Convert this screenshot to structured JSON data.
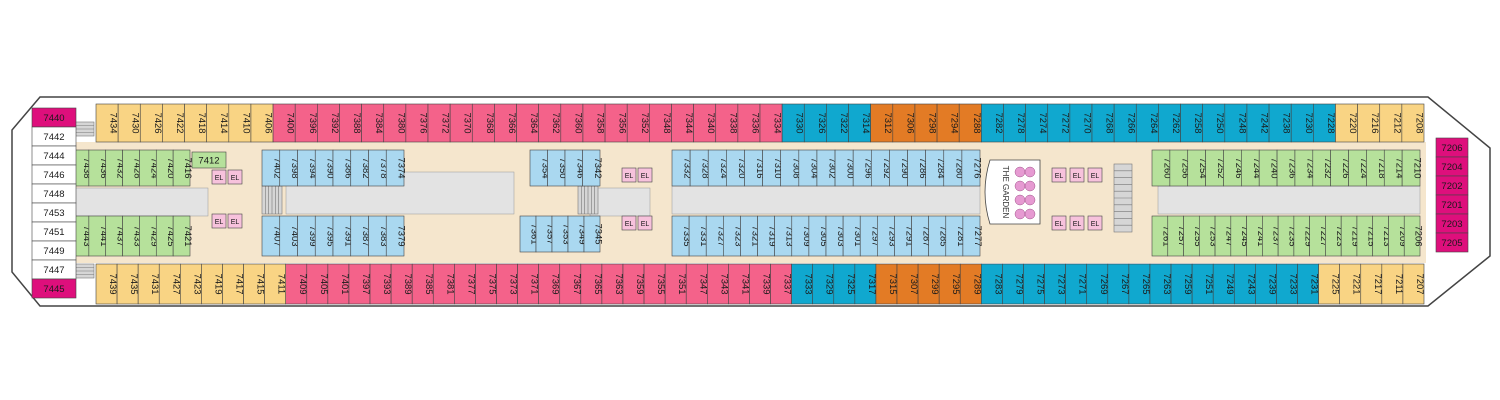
{
  "colors": {
    "interior": "#ffffff",
    "suite": "#de0f7c",
    "balcony": "#f4628a",
    "premium": "#e37b25",
    "ocean": "#10a8cf",
    "inside": "#aad8f0",
    "interior_sec": "#b6e19b",
    "aft": "#f9d484",
    "corridor": "#f5e6cd",
    "stair": "#d6d6d6",
    "el": "#f7c2dc",
    "hull": "#ffffff",
    "outline": "#444444",
    "core": "#e3e3e3"
  },
  "legend_hint": "",
  "garden_label": "THE GARDEN",
  "el_label": "EL",
  "aft_stack": [
    "7440",
    "7442",
    "7444",
    "7446",
    "7448",
    "7453",
    "7451",
    "7449",
    "7447",
    "7445"
  ],
  "fwd_stack": [
    "7206",
    "7204",
    "7202",
    "7201",
    "7203",
    "7205"
  ],
  "top_outer": [
    {
      "n": "7434",
      "c": "aft"
    },
    {
      "n": "7430",
      "c": "aft"
    },
    {
      "n": "7426",
      "c": "aft"
    },
    {
      "n": "7422",
      "c": "aft"
    },
    {
      "n": "7418",
      "c": "aft"
    },
    {
      "n": "7414",
      "c": "aft"
    },
    {
      "n": "7410",
      "c": "aft"
    },
    {
      "n": "7406",
      "c": "aft"
    },
    {
      "n": "7400",
      "c": "balcony"
    },
    {
      "n": "7396",
      "c": "balcony"
    },
    {
      "n": "7392",
      "c": "balcony"
    },
    {
      "n": "7388",
      "c": "balcony"
    },
    {
      "n": "7384",
      "c": "balcony"
    },
    {
      "n": "7380",
      "c": "balcony"
    },
    {
      "n": "7376",
      "c": "balcony"
    },
    {
      "n": "7372",
      "c": "balcony"
    },
    {
      "n": "7370",
      "c": "balcony"
    },
    {
      "n": "7368",
      "c": "balcony"
    },
    {
      "n": "7366",
      "c": "balcony"
    },
    {
      "n": "7364",
      "c": "balcony"
    },
    {
      "n": "7362",
      "c": "balcony"
    },
    {
      "n": "7360",
      "c": "balcony"
    },
    {
      "n": "7358",
      "c": "balcony"
    },
    {
      "n": "7356",
      "c": "balcony"
    },
    {
      "n": "7352",
      "c": "balcony"
    },
    {
      "n": "7348",
      "c": "balcony"
    },
    {
      "n": "7344",
      "c": "balcony"
    },
    {
      "n": "7340",
      "c": "balcony"
    },
    {
      "n": "7338",
      "c": "balcony"
    },
    {
      "n": "7336",
      "c": "balcony"
    },
    {
      "n": "7334",
      "c": "balcony"
    },
    {
      "n": "7330",
      "c": "ocean"
    },
    {
      "n": "7326",
      "c": "ocean"
    },
    {
      "n": "7322",
      "c": "ocean"
    },
    {
      "n": "7314",
      "c": "ocean"
    },
    {
      "n": "7312",
      "c": "premium"
    },
    {
      "n": "7306",
      "c": "premium"
    },
    {
      "n": "7298",
      "c": "premium"
    },
    {
      "n": "7294",
      "c": "premium"
    },
    {
      "n": "7288",
      "c": "premium"
    },
    {
      "n": "7282",
      "c": "ocean"
    },
    {
      "n": "7278",
      "c": "ocean"
    },
    {
      "n": "7274",
      "c": "ocean"
    },
    {
      "n": "7272",
      "c": "ocean"
    },
    {
      "n": "7270",
      "c": "ocean"
    },
    {
      "n": "7268",
      "c": "ocean"
    },
    {
      "n": "7266",
      "c": "ocean"
    },
    {
      "n": "7264",
      "c": "ocean"
    },
    {
      "n": "7262",
      "c": "ocean"
    },
    {
      "n": "7258",
      "c": "ocean"
    },
    {
      "n": "7250",
      "c": "ocean"
    },
    {
      "n": "7248",
      "c": "ocean"
    },
    {
      "n": "7242",
      "c": "ocean"
    },
    {
      "n": "7238",
      "c": "ocean"
    },
    {
      "n": "7230",
      "c": "ocean"
    },
    {
      "n": "7228",
      "c": "ocean"
    },
    {
      "n": "7220",
      "c": "aft"
    },
    {
      "n": "7216",
      "c": "aft"
    },
    {
      "n": "7212",
      "c": "aft"
    },
    {
      "n": "7208",
      "c": "aft"
    }
  ],
  "bottom_outer": [
    {
      "n": "7439",
      "c": "aft"
    },
    {
      "n": "7435",
      "c": "aft"
    },
    {
      "n": "7431",
      "c": "aft"
    },
    {
      "n": "7427",
      "c": "aft"
    },
    {
      "n": "7423",
      "c": "aft"
    },
    {
      "n": "7419",
      "c": "aft"
    },
    {
      "n": "7417",
      "c": "aft"
    },
    {
      "n": "7415",
      "c": "aft"
    },
    {
      "n": "7411",
      "c": "aft"
    },
    {
      "n": "7409",
      "c": "balcony"
    },
    {
      "n": "7405",
      "c": "balcony"
    },
    {
      "n": "7401",
      "c": "balcony"
    },
    {
      "n": "7397",
      "c": "balcony"
    },
    {
      "n": "7393",
      "c": "balcony"
    },
    {
      "n": "7389",
      "c": "balcony"
    },
    {
      "n": "7385",
      "c": "balcony"
    },
    {
      "n": "7381",
      "c": "balcony"
    },
    {
      "n": "7377",
      "c": "balcony"
    },
    {
      "n": "7375",
      "c": "balcony"
    },
    {
      "n": "7373",
      "c": "balcony"
    },
    {
      "n": "7371",
      "c": "balcony"
    },
    {
      "n": "7369",
      "c": "balcony"
    },
    {
      "n": "7367",
      "c": "balcony"
    },
    {
      "n": "7365",
      "c": "balcony"
    },
    {
      "n": "7363",
      "c": "balcony"
    },
    {
      "n": "7359",
      "c": "balcony"
    },
    {
      "n": "7355",
      "c": "balcony"
    },
    {
      "n": "7351",
      "c": "balcony"
    },
    {
      "n": "7347",
      "c": "balcony"
    },
    {
      "n": "7343",
      "c": "balcony"
    },
    {
      "n": "7341",
      "c": "balcony"
    },
    {
      "n": "7339",
      "c": "balcony"
    },
    {
      "n": "7337",
      "c": "balcony"
    },
    {
      "n": "7333",
      "c": "ocean"
    },
    {
      "n": "7329",
      "c": "ocean"
    },
    {
      "n": "7325",
      "c": "ocean"
    },
    {
      "n": "7317",
      "c": "ocean"
    },
    {
      "n": "7315",
      "c": "premium"
    },
    {
      "n": "7307",
      "c": "premium"
    },
    {
      "n": "7299",
      "c": "premium"
    },
    {
      "n": "7295",
      "c": "premium"
    },
    {
      "n": "7289",
      "c": "premium"
    },
    {
      "n": "7283",
      "c": "ocean"
    },
    {
      "n": "7279",
      "c": "ocean"
    },
    {
      "n": "7275",
      "c": "ocean"
    },
    {
      "n": "7273",
      "c": "ocean"
    },
    {
      "n": "7271",
      "c": "ocean"
    },
    {
      "n": "7269",
      "c": "ocean"
    },
    {
      "n": "7267",
      "c": "ocean"
    },
    {
      "n": "7265",
      "c": "ocean"
    },
    {
      "n": "7263",
      "c": "ocean"
    },
    {
      "n": "7259",
      "c": "ocean"
    },
    {
      "n": "7251",
      "c": "ocean"
    },
    {
      "n": "7249",
      "c": "ocean"
    },
    {
      "n": "7243",
      "c": "ocean"
    },
    {
      "n": "7239",
      "c": "ocean"
    },
    {
      "n": "7233",
      "c": "ocean"
    },
    {
      "n": "7231",
      "c": "ocean"
    },
    {
      "n": "7225",
      "c": "aft"
    },
    {
      "n": "7221",
      "c": "aft"
    },
    {
      "n": "7217",
      "c": "aft"
    },
    {
      "n": "7211",
      "c": "aft"
    },
    {
      "n": "7207",
      "c": "aft"
    }
  ],
  "inner_top_a": [
    "7438",
    "7436",
    "7432",
    "7428",
    "7424",
    "7420",
    "7416"
  ],
  "inner_top_a_label": "7412",
  "inner_top_b": [
    "7402",
    "7398",
    "7394",
    "7390",
    "7386",
    "7382",
    "7378",
    "7374"
  ],
  "inner_top_c": [
    "7354",
    "7350",
    "7346",
    "7342"
  ],
  "inner_top_d": [
    "7332",
    "7328",
    "7324",
    "7320",
    "7316",
    "7310",
    "7308",
    "7304",
    "7302",
    "7300",
    "7296",
    "7292",
    "7290",
    "7286",
    "7284",
    "7280",
    "7276"
  ],
  "inner_top_e": [
    "7260",
    "7256",
    "7254",
    "7252",
    "7246",
    "7244",
    "7240",
    "7236",
    "7234",
    "7232",
    "7226",
    "7224",
    "7218",
    "7214",
    "7210"
  ],
  "inner_bot_a": [
    "7443",
    "7441",
    "7437",
    "7433",
    "7429",
    "7425",
    "7421"
  ],
  "inner_bot_b": [
    "7407",
    "7403",
    "7399",
    "7395",
    "7391",
    "7387",
    "7383",
    "7379"
  ],
  "inner_bot_c": [
    "7361",
    "7357",
    "7353",
    "7349",
    "7345"
  ],
  "inner_bot_d": [
    "7335",
    "7331",
    "7327",
    "7323",
    "7321",
    "7319",
    "7313",
    "7309",
    "7305",
    "7303",
    "7301",
    "7297",
    "7293",
    "7291",
    "7287",
    "7285",
    "7281",
    "7277"
  ],
  "inner_bot_e": [
    "7261",
    "7257",
    "7255",
    "7253",
    "7247",
    "7245",
    "7241",
    "7237",
    "7235",
    "7229",
    "7227",
    "7223",
    "7219",
    "7215",
    "7213",
    "7209",
    "7206"
  ]
}
